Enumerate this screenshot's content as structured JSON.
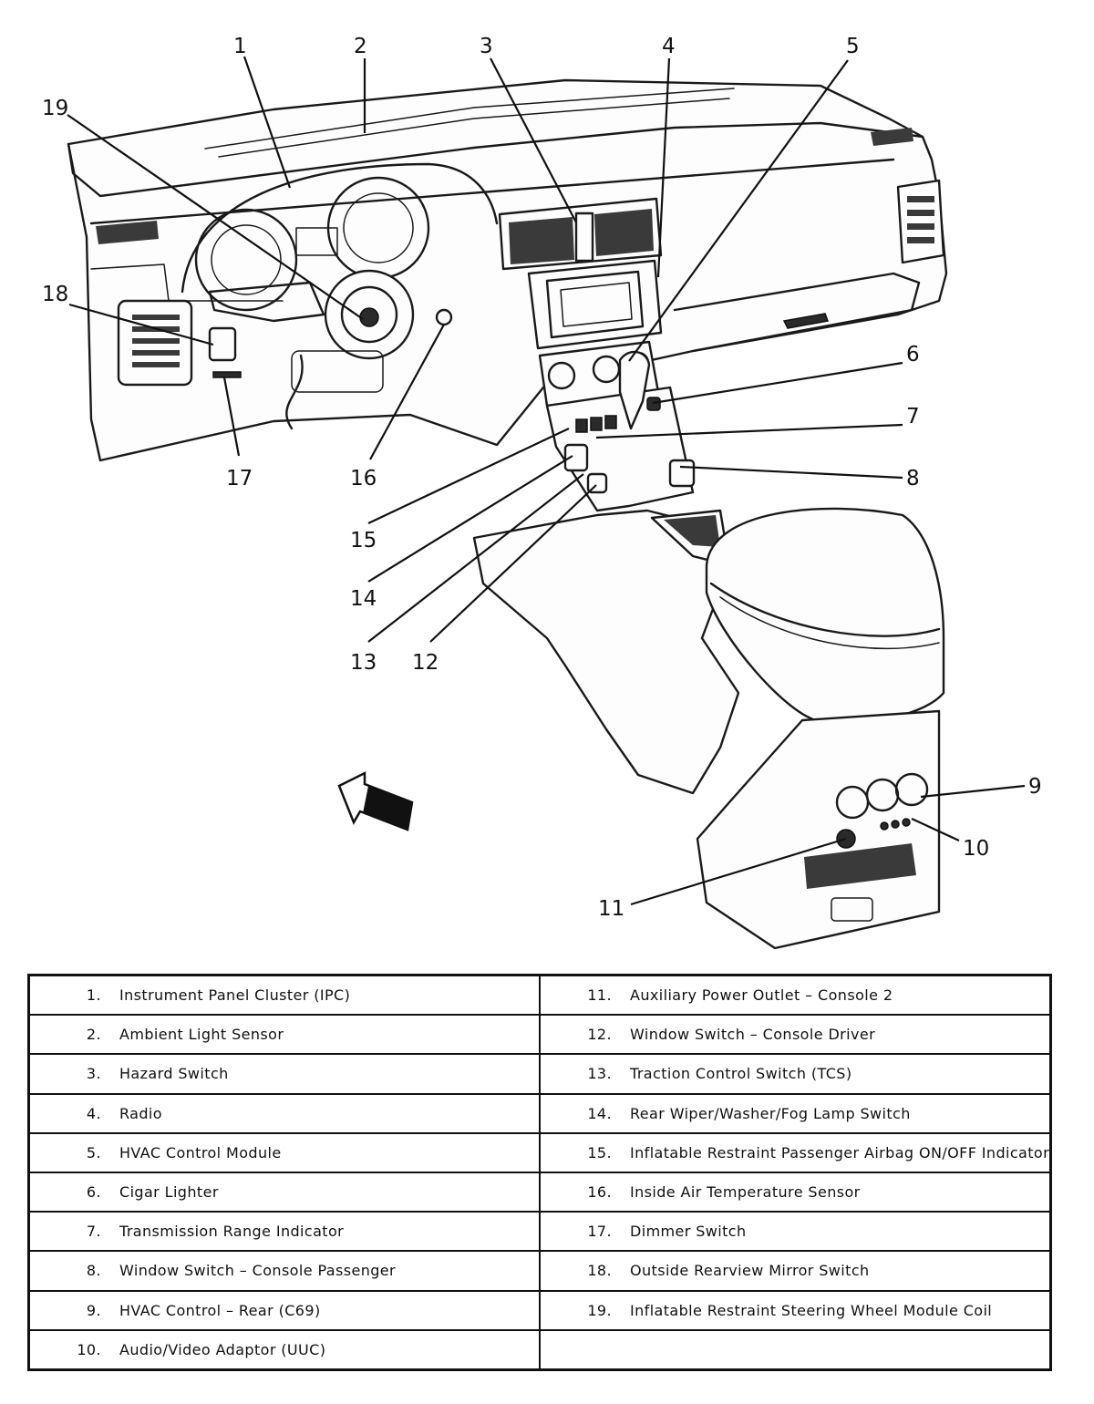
{
  "callouts": [
    "1",
    "2",
    "3",
    "4",
    "5",
    "6",
    "7",
    "8",
    "9",
    "10",
    "11",
    "12",
    "13",
    "14",
    "15",
    "16",
    "17",
    "18",
    "19"
  ],
  "legend": [
    {
      "num": "1.",
      "label": "Instrument Panel Cluster (IPC)"
    },
    {
      "num": "2.",
      "label": "Ambient Light Sensor"
    },
    {
      "num": "3.",
      "label": "Hazard Switch"
    },
    {
      "num": "4.",
      "label": "Radio"
    },
    {
      "num": "5.",
      "label": "HVAC Control Module"
    },
    {
      "num": "6.",
      "label": "Cigar Lighter"
    },
    {
      "num": "7.",
      "label": "Transmission Range Indicator"
    },
    {
      "num": "8.",
      "label": "Window Switch – Console Passenger"
    },
    {
      "num": "9.",
      "label": "HVAC Control – Rear (C69)"
    },
    {
      "num": "10.",
      "label": "Audio/Video Adaptor (UUC)"
    },
    {
      "num": "11.",
      "label": "Auxiliary Power Outlet – Console 2"
    },
    {
      "num": "12.",
      "label": "Window Switch – Console Driver"
    },
    {
      "num": "13.",
      "label": "Traction Control Switch (TCS)"
    },
    {
      "num": "14.",
      "label": "Rear Wiper/Washer/Fog Lamp Switch"
    },
    {
      "num": "15.",
      "label": "Inflatable Restraint Passenger Airbag ON/OFF Indicator"
    },
    {
      "num": "16.",
      "label": "Inside Air Temperature Sensor"
    },
    {
      "num": "17.",
      "label": "Dimmer Switch"
    },
    {
      "num": "18.",
      "label": "Outside Rearview Mirror Switch"
    },
    {
      "num": "19.",
      "label": "Inflatable Restraint Steering Wheel Module Coil"
    }
  ]
}
